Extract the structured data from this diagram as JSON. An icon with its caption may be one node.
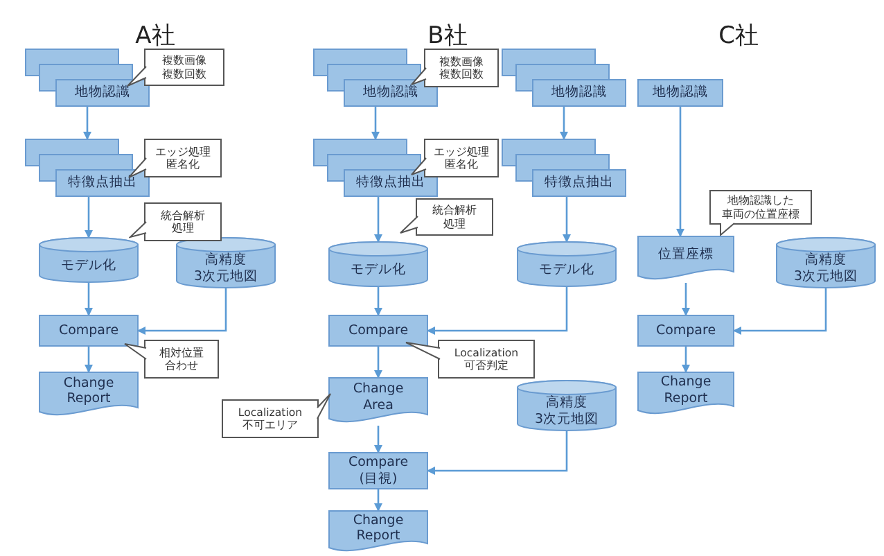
{
  "diagram": {
    "nodes": [
      {
        "text": [
          "地物認識"
        ]
      },
      {
        "text": [
          "複数画像複数回数"
        ]
      },
      {
        "text": [
          "特徴点抽出"
        ]
      },
      {
        "text": [
          "エッジ処理匿名化"
        ]
      },
      {
        "text": [
          "統合解析処理"
        ]
      },
      {
        "text": [
          "モデル化"
        ]
      },
      {
        "text": [
          "高精度3次元地図"
        ]
      },
      {
        "text": [
          "Compare"
        ]
      },
      {
        "text": [
          "相対位置合わせ"
        ]
      },
      {
        "text": [
          "Change Report"
        ]
      },
      {
        "text": [
          "地物認識"
        ]
      },
      {
        "text": [
          "複数画像複数回数"
        ]
      },
      {
        "text": [
          "地物認識"
        ]
      },
      {
        "text": [
          "特徴点抽出"
        ]
      },
      {
        "text": [
          "エッジ処理匿名化"
        ]
      },
      {
        "text": [
          "特徴点抽出"
        ]
      },
      {
        "text": [
          "統合解析処理"
        ]
      },
      {
        "text": [
          "モデル化"
        ]
      },
      {
        "text": [
          "モデル化"
        ]
      },
      {
        "text": [
          "Compare"
        ]
      },
      {
        "text": [
          "Localization 可否判定"
        ]
      },
      {
        "text": [
          "Change Area"
        ]
      },
      {
        "text": [
          "Localization 不可エリア"
        ]
      },
      {
        "text": [
          "高精度3次元地図"
        ]
      },
      {
        "text": [
          "Compare (目視)"
        ]
      },
      {
        "text": [
          "Change Report"
        ]
      },
      {
        "text": [
          "地物認識"
        ]
      },
      {
        "text": [
          "地物認識した車両の位置座標"
        ]
      },
      {
        "text": [
          "位置座標"
        ]
      },
      {
        "text": [
          "高精度3次元地図"
        ]
      },
      {
        "text": [
          "Compare"
        ]
      },
      {
        "text": [
          "Change Report"
        ]
      }
    ],
    "edges": [
      {
        "from": 0,
        "to": 2,
        "arrow": "to"
      },
      {
        "from": 2,
        "to": 5,
        "arrow": "to"
      },
      {
        "from": 5,
        "to": 7,
        "arrow": "to"
      },
      {
        "from": 6,
        "to": 7,
        "arrow": "to"
      },
      {
        "from": 7,
        "to": 9,
        "arrow": "to"
      },
      {
        "from": 10,
        "to": 13,
        "arrow": "to"
      },
      {
        "from": 12,
        "to": 15,
        "arrow": "to"
      },
      {
        "from": 13,
        "to": 17,
        "arrow": "to"
      },
      {
        "from": 15,
        "to": 18,
        "arrow": "to"
      },
      {
        "from": 17,
        "to": 19,
        "arrow": "to"
      },
      {
        "from": 18,
        "to": 19,
        "arrow": "to"
      },
      {
        "from": 19,
        "to": 21,
        "arrow": "to"
      },
      {
        "from": 21,
        "to": 24,
        "arrow": "to"
      },
      {
        "from": 23,
        "to": 24,
        "arrow": "to"
      },
      {
        "from": 24,
        "to": 25,
        "arrow": "to"
      },
      {
        "from": 26,
        "to": 28,
        "arrow": "to"
      },
      {
        "from": 28,
        "to": 30,
        "arrow": "to"
      },
      {
        "from": 29,
        "to": 30,
        "arrow": "to"
      },
      {
        "from": 30,
        "to": 31,
        "arrow": "to"
      }
    ],
    "labels": [
      "A社",
      "B社",
      "C社"
    ]
  }
}
